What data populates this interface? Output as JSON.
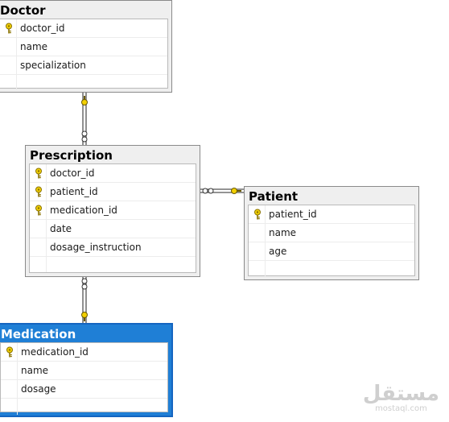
{
  "tables": {
    "doctor": {
      "title": "Doctor",
      "columns": [
        {
          "name": "doctor_id",
          "key": true
        },
        {
          "name": "name",
          "key": false
        },
        {
          "name": "specialization",
          "key": false
        }
      ]
    },
    "prescription": {
      "title": "Prescription",
      "columns": [
        {
          "name": "doctor_id",
          "key": true
        },
        {
          "name": "patient_id",
          "key": true
        },
        {
          "name": "medication_id",
          "key": true
        },
        {
          "name": "date",
          "key": false
        },
        {
          "name": "dosage_instruction",
          "key": false
        }
      ]
    },
    "patient": {
      "title": "Patient",
      "columns": [
        {
          "name": "patient_id",
          "key": true
        },
        {
          "name": "name",
          "key": false
        },
        {
          "name": "age",
          "key": false
        }
      ]
    },
    "medication": {
      "title": "Medication",
      "selected": true,
      "columns": [
        {
          "name": "medication_id",
          "key": true
        },
        {
          "name": "name",
          "key": false
        },
        {
          "name": "dosage",
          "key": false
        }
      ]
    }
  },
  "relationships": [
    {
      "from": "doctor",
      "to": "prescription",
      "one_side": "doctor"
    },
    {
      "from": "patient",
      "to": "prescription",
      "one_side": "patient"
    },
    {
      "from": "medication",
      "to": "prescription",
      "one_side": "medication"
    }
  ],
  "watermark": {
    "arabic": "مستقل",
    "latin": "mostaql.com"
  },
  "colors": {
    "selected_header": "#1f7fd6",
    "key_icon": "#e8c400",
    "connector": "#555555"
  }
}
